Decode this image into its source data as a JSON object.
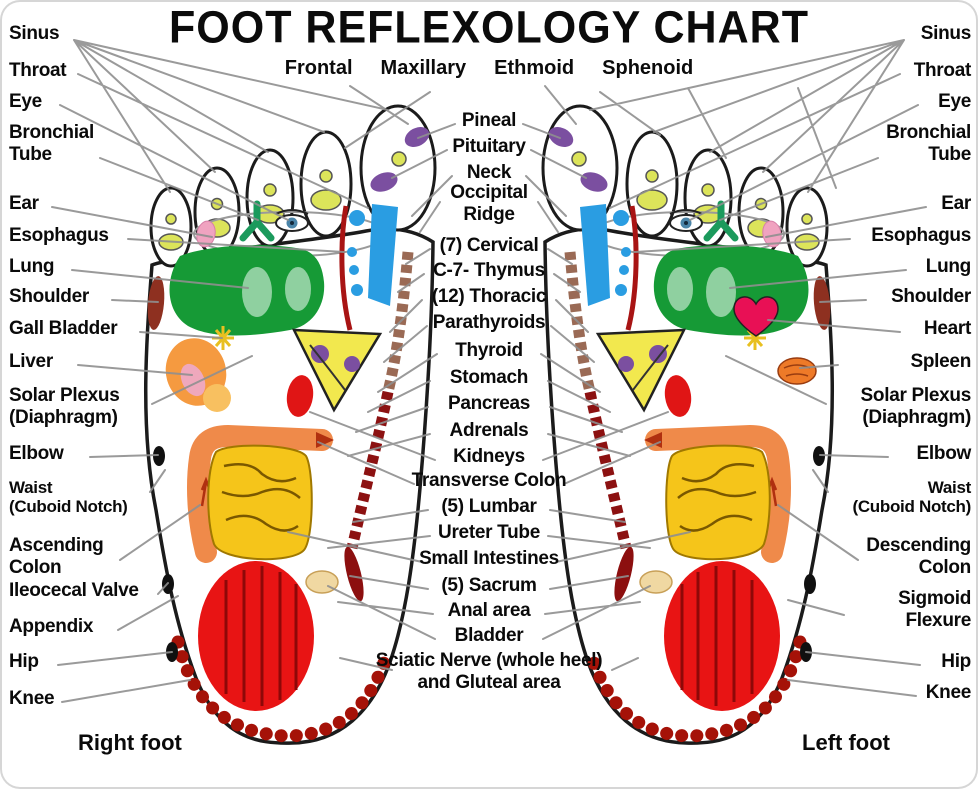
{
  "title": "FOOT REFLEXOLOGY CHART",
  "subtitle": [
    "Frontal",
    "Maxillary",
    "Ethmoid",
    "Sphenoid"
  ],
  "labels": {
    "left": [
      "Sinus",
      "Throat",
      "Eye",
      "Bronchial\nTube",
      "Ear",
      "Esophagus",
      "Lung",
      "Shoulder",
      "Gall Bladder",
      "Liver",
      "Solar Plexus\n(Diaphragm)",
      "Elbow",
      "Waist\n(Cuboid Notch)",
      "Ascending\nColon",
      "Ileocecal Valve",
      "Appendix",
      "Hip",
      "Knee"
    ],
    "center": [
      "Pineal",
      "Pituitary",
      "Neck",
      "Occipital\nRidge",
      "(7) Cervical",
      "C-7- Thymus",
      "(12) Thoracic",
      "Parathyroids",
      "Thyroid",
      "Stomach",
      "Pancreas",
      "Adrenals",
      "Kidneys",
      "Transverse Colon",
      "(5) Lumbar",
      "Ureter Tube",
      "Small Intestines",
      "(5) Sacrum",
      "Anal area",
      "Bladder",
      "Sciatic Nerve (whole heel)\nand Gluteal area"
    ],
    "right": [
      "Sinus",
      "Throat",
      "Eye",
      "Bronchial\nTube",
      "Ear",
      "Esophagus",
      "Lung",
      "Shoulder",
      "Heart",
      "Spleen",
      "Solar Plexus\n(Diaphragm)",
      "Elbow",
      "Waist\n(Cuboid Notch)",
      "Descending\nColon",
      "Sigmoid\nFlexure",
      "Hip",
      "Knee"
    ]
  },
  "footer": {
    "right_foot": "Right foot",
    "left_foot": "Left foot"
  },
  "colors": {
    "toe_pad": "#dce45a",
    "pineal_pituitary": "#7b4fa0",
    "lung_zone": "#169a36",
    "lung_inner": "#8fd0a0",
    "spine_upper": "#9a6a55",
    "spine_lower": "#8c1111",
    "blue_zone": "#2a9de2",
    "liver_triangle": "#f2e84e",
    "kidney": "#e01515",
    "colon": "#ef8a4a",
    "small_intestine": "#f5c51a",
    "heel": "#e81414",
    "sciatic_arc": "#a51208",
    "heart": "#e81055",
    "spleen": "#ee7a28",
    "liver_blob": "#f59a40",
    "leader_line": "#8f8f8f"
  }
}
